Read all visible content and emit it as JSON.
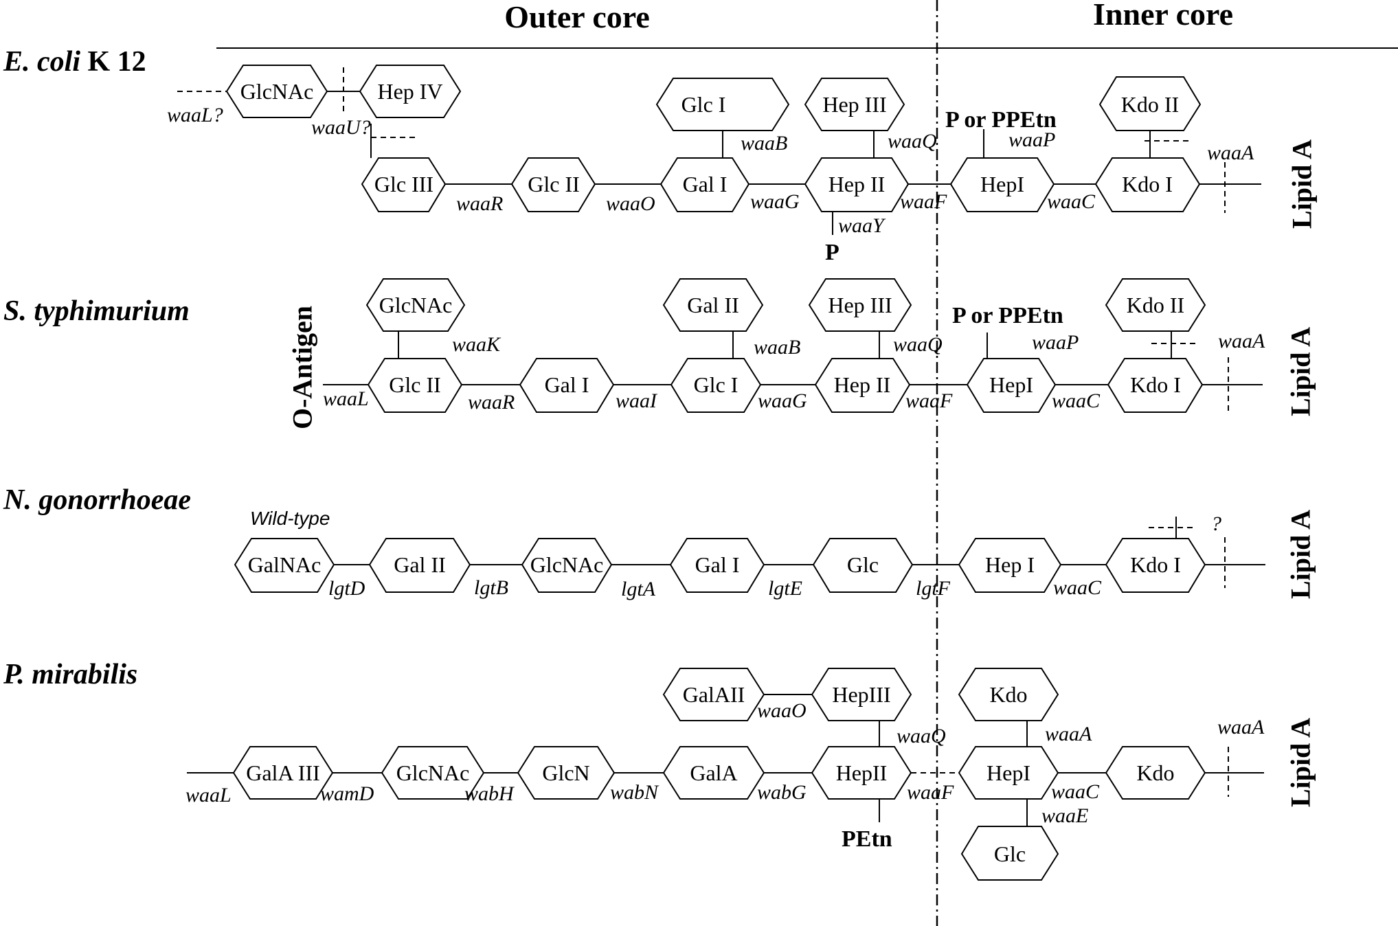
{
  "headers": {
    "outer_core": "Outer core",
    "inner_core": "Inner core"
  },
  "lipid_a": "Lipid A",
  "o_antigen": "O-Antigen",
  "ecoli": {
    "species_italic": "E. coli",
    "species_suffix": " K 12",
    "sugars": {
      "glcnac": "GlcNAc",
      "hep4": "Hep IV",
      "glc1": "Glc I",
      "hep3": "Hep III",
      "kdo2": "Kdo II",
      "glc3": "Glc III",
      "glc2": "Glc II",
      "gal1": "Gal I",
      "hep2": "Hep II",
      "hep1": "HepI",
      "kdo1": "Kdo I"
    },
    "genes": {
      "waaL": "waaL?",
      "waaU": "waaU?",
      "waaB": "waaB",
      "waaQ": "waaQ",
      "waaP": "waaP",
      "waaA": "waaA",
      "waaR": "waaR",
      "waaO": "waaO",
      "waaG": "waaG",
      "waaF": "waaF",
      "waaC": "waaC",
      "waaY": "waaY"
    },
    "subst": {
      "p_ppetn": "P or PPEtn",
      "p": "P"
    }
  },
  "styphi": {
    "species": "S. typhimurium",
    "sugars": {
      "glcnac": "GlcNAc",
      "gal2": "Gal II",
      "hep3": "Hep III",
      "kdo2": "Kdo II",
      "glc2": "Glc II",
      "gal1": "Gal I",
      "glc1": "Glc I",
      "hep2": "Hep II",
      "hep1": "HepI",
      "kdo1": "Kdo I"
    },
    "genes": {
      "waaK": "waaK",
      "waaB": "waaB",
      "waaQ": "waaQ",
      "waaP": "waaP",
      "waaA": "waaA",
      "waaL": "waaL",
      "waaR": "waaR",
      "waaI": "waaI",
      "waaG": "waaG",
      "waaF": "waaF",
      "waaC": "waaC"
    },
    "subst": {
      "p_ppetn": "P or PPEtn"
    }
  },
  "ngon": {
    "species": "N. gonorrhoeae",
    "wild_type": "Wild-type",
    "question": "?",
    "sugars": {
      "galnac": "GalNAc",
      "gal2": "Gal II",
      "glcnac": "GlcNAc",
      "gal1": "Gal I",
      "glc": "Glc",
      "hep1": "Hep I",
      "kdo1": "Kdo I"
    },
    "genes": {
      "lgtD": "lgtD",
      "lgtB": "lgtB",
      "lgtA": "lgtA",
      "lgtE": "lgtE",
      "lgtF": "lgtF",
      "waaC": "waaC"
    }
  },
  "pmir": {
    "species": "P. mirabilis",
    "sugars": {
      "gala2": "GalAII",
      "hep3": "HepIII",
      "kdo_top": "Kdo",
      "gala3": "GalA III",
      "glcnac": "GlcNAc",
      "glcn": "GlcN",
      "gala": "GalA",
      "hep2": "HepII",
      "hep1": "HepI",
      "kdo": "Kdo",
      "glc": "Glc"
    },
    "genes": {
      "waaO": "waaO",
      "waaQ": "waaQ",
      "waaA_top": "waaA",
      "waaA": "waaA",
      "waaL": "waaL",
      "wamD": "wamD",
      "wabH": "wabH",
      "wabN": "wabN",
      "wabG": "wabG",
      "waaF": "waaF",
      "waaC": "waaC",
      "waaE": "waaE"
    },
    "subst": {
      "petn": "PEtn"
    }
  }
}
